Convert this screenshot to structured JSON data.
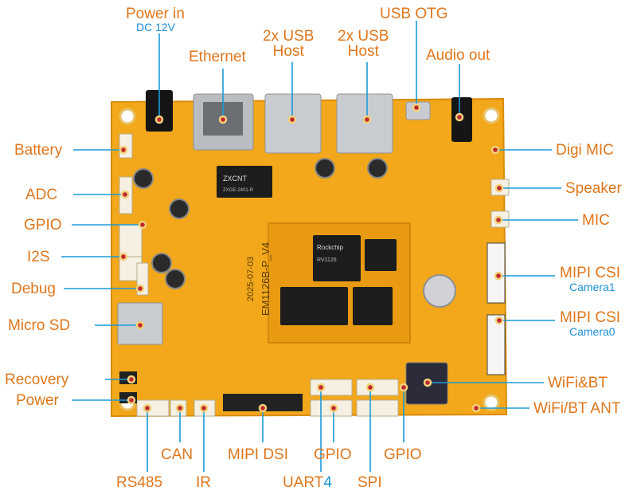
{
  "colors": {
    "label": "#e0761c",
    "sublabel": "#1a8fd6",
    "leader": "#1a9bd7",
    "board": "#f2a81a",
    "board_edge": "#d98a0c"
  },
  "board": {
    "silkscreen_model": "EM1126B-P_V4",
    "silkscreen_date": "2025-07-03",
    "soc_brand": "Rockchip",
    "soc_model": "RV1126",
    "transformer_brand": "ZXCNT",
    "transformer_part": "ZXGE-2401-R"
  },
  "labels": {
    "power_in": "Power in",
    "power_in_sub": "DC 12V",
    "ethernet": "Ethernet",
    "usb_host_1": "2x USB\nHost",
    "usb_host_2": "2x USB\nHost",
    "usb_otg": "USB OTG",
    "audio_out": "Audio out",
    "battery": "Battery",
    "adc": "ADC",
    "gpio_left": "GPIO",
    "i2s": "I2S",
    "debug": "Debug",
    "micro_sd": "Micro SD",
    "recovery": "Recovery",
    "power": "Power",
    "digi_mic": "Digi MIC",
    "speaker": "Speaker",
    "mic": "MIC",
    "mipi_csi_1": "MIPI CSI",
    "camera1": "Camera1",
    "mipi_csi_0": "MIPI CSI",
    "camera0": "Camera0",
    "wifi_bt": "WiFi&BT",
    "wifi_bt_ant": "WiFi/BT ANT",
    "rs485": "RS485",
    "can": "CAN",
    "ir": "IR",
    "mipi_dsi": "MIPI DSI",
    "gpio_bottom_1": "GPIO",
    "uart": "UART",
    "uart_num": "4",
    "gpio_bottom_2": "GPIO",
    "spi": "SPI"
  }
}
